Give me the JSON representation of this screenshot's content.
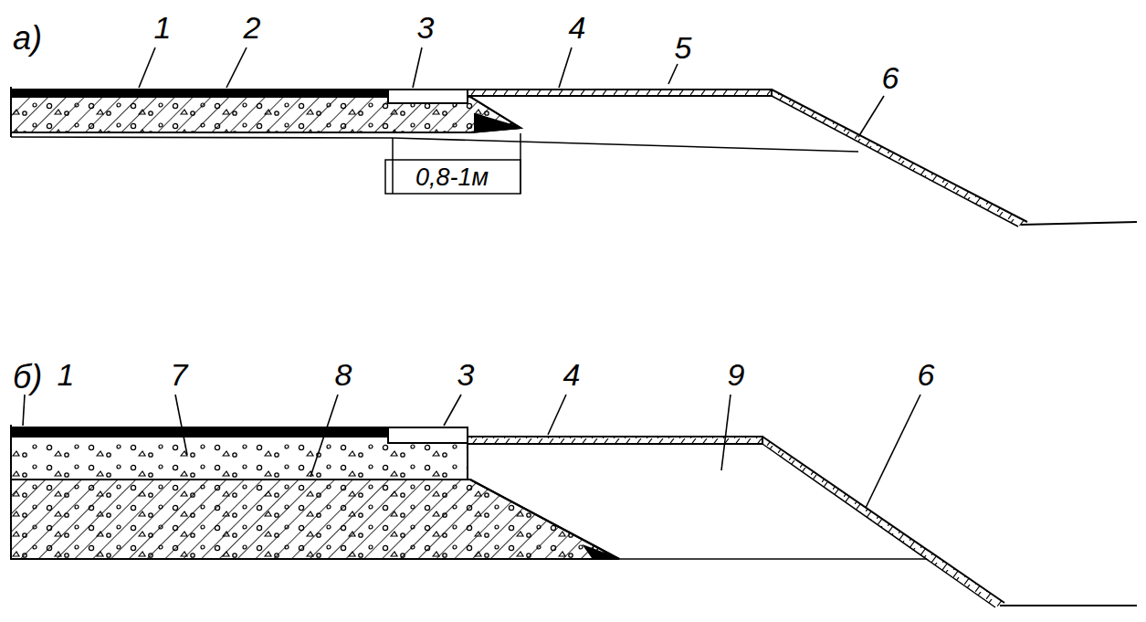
{
  "diagram": {
    "labels": [
      "а)",
      "1",
      "2",
      "3",
      "4",
      "5",
      "6",
      "0,8-1м",
      "б)",
      "1",
      "7",
      "8",
      "3",
      "4",
      "9",
      "6"
    ]
  }
}
